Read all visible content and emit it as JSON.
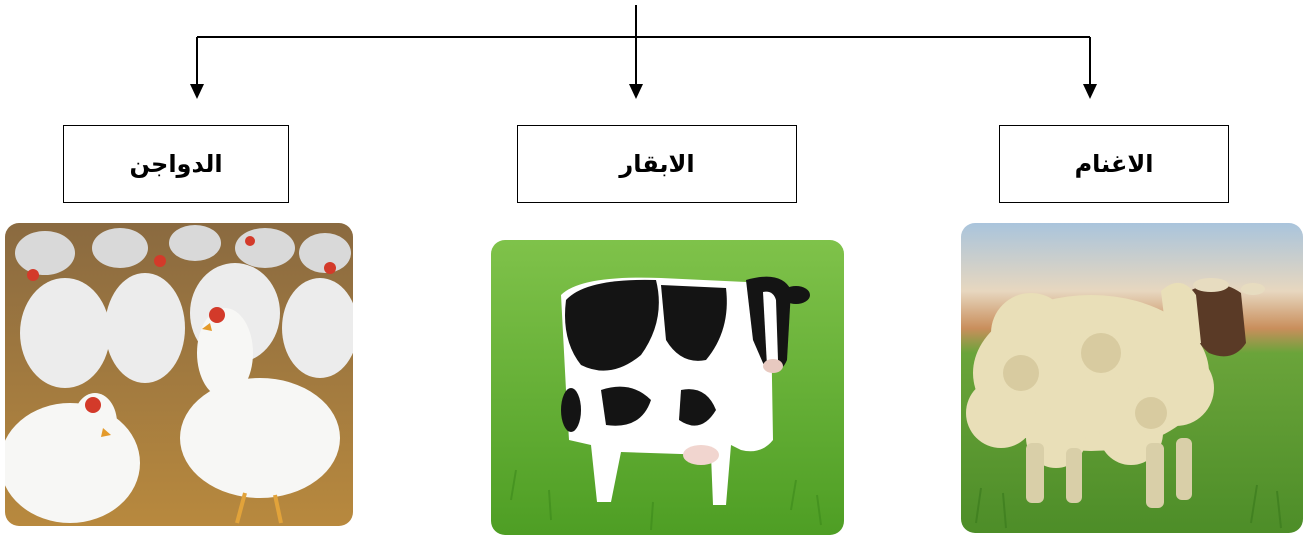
{
  "categories": [
    {
      "id": "poultry",
      "label": "الدواجن",
      "picture": "chickens-photo"
    },
    {
      "id": "cattle",
      "label": "الابقار",
      "picture": "cow-photo"
    },
    {
      "id": "sheep",
      "label": "الاغنام",
      "picture": "sheep-photo"
    }
  ],
  "colors": {
    "line": "#000000",
    "box_border": "#000000",
    "grass": "#5fae2e",
    "sky": "#a9c4dc"
  }
}
